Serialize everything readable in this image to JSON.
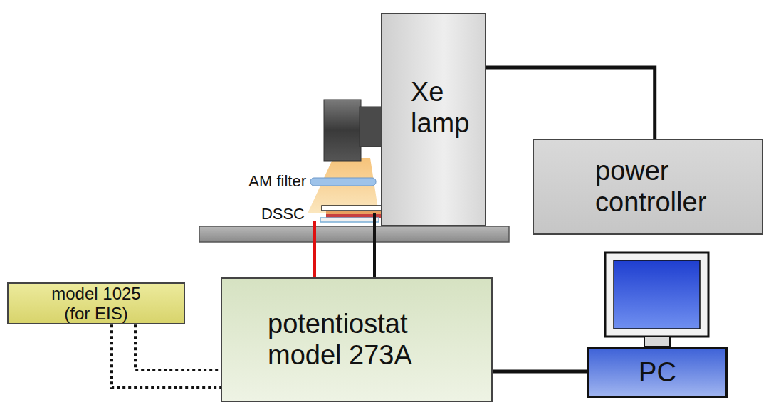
{
  "diagram": {
    "nodes": [
      {
        "text": [
          "Xe lamp"
        ]
      },
      {
        "text": [
          "power controller"
        ]
      },
      {
        "text": [
          "model 1025 (for EIS)"
        ]
      },
      {
        "text": [
          "potentiostat model 273A"
        ]
      },
      {
        "text": [
          "PC"
        ]
      }
    ],
    "edges": [
      {
        "from": 0,
        "to": 1,
        "arrow": "none"
      },
      {
        "from": 3,
        "to": 4,
        "arrow": "none"
      },
      {
        "from": 2,
        "to": 3,
        "arrow": "none"
      }
    ],
    "labels": [
      "AM filter",
      "DSSC"
    ]
  }
}
